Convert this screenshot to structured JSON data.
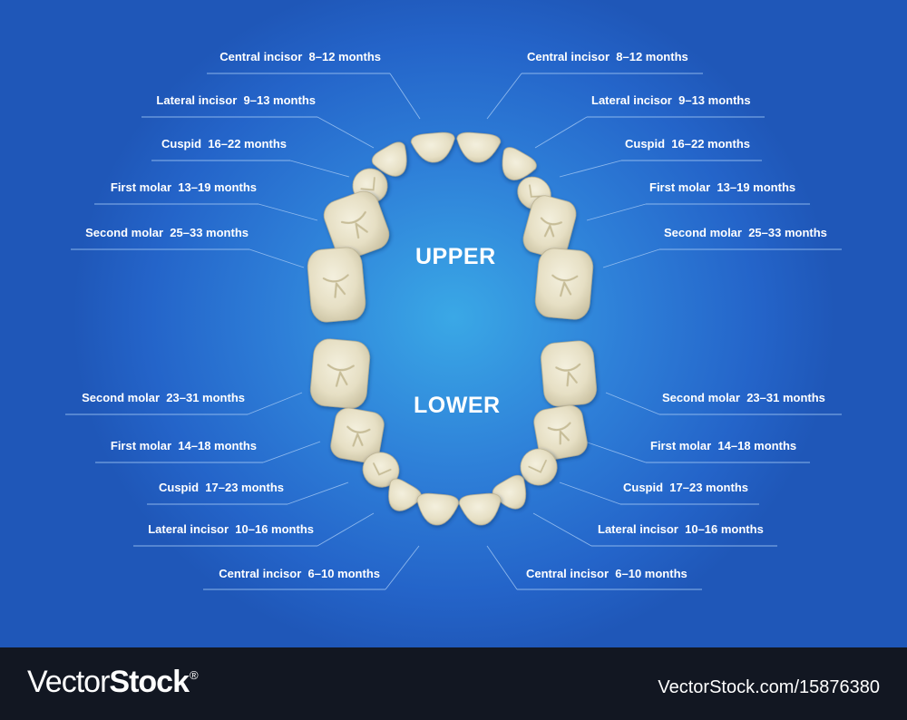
{
  "jaw_labels": {
    "upper": "UPPER",
    "lower": "LOWER"
  },
  "upper": [
    {
      "name": "Central incisor",
      "age": "8–12 months"
    },
    {
      "name": "Lateral incisor",
      "age": "9–13 months"
    },
    {
      "name": "Cuspid",
      "age": "16–22 months"
    },
    {
      "name": "First molar",
      "age": "13–19 months"
    },
    {
      "name": "Second molar",
      "age": "25–33 months"
    }
  ],
  "lower": [
    {
      "name": "Second molar",
      "age": "23–31 months"
    },
    {
      "name": "First molar",
      "age": "14–18 months"
    },
    {
      "name": "Cuspid",
      "age": "17–23 months"
    },
    {
      "name": "Lateral incisor",
      "age": "10–16 months"
    },
    {
      "name": "Central incisor",
      "age": "6–10 months"
    }
  ],
  "watermark": {
    "brand_part1": "Vector",
    "brand_part2": "Stock",
    "registered": "®",
    "stock_id": "VectorStock.com/15876380"
  },
  "colors": {
    "background": "#2e7fd8",
    "tooth": "#e8e2c8",
    "footer": "#121722"
  }
}
